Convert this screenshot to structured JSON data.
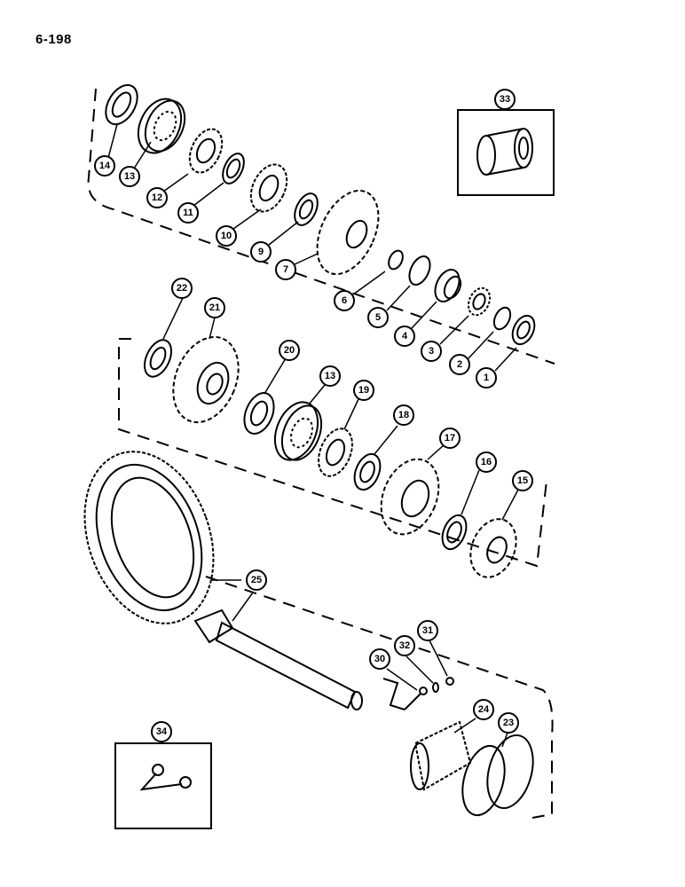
{
  "page": {
    "number": "6-198"
  },
  "callouts": [
    {
      "id": "c1",
      "label": "1"
    },
    {
      "id": "c2",
      "label": "2"
    },
    {
      "id": "c3",
      "label": "3"
    },
    {
      "id": "c4",
      "label": "4"
    },
    {
      "id": "c5",
      "label": "5"
    },
    {
      "id": "c6",
      "label": "6"
    },
    {
      "id": "c7",
      "label": "7"
    },
    {
      "id": "c9",
      "label": "9"
    },
    {
      "id": "c10",
      "label": "10"
    },
    {
      "id": "c11",
      "label": "11"
    },
    {
      "id": "c12",
      "label": "12"
    },
    {
      "id": "c13a",
      "label": "13"
    },
    {
      "id": "c14",
      "label": "14"
    },
    {
      "id": "c33",
      "label": "33"
    },
    {
      "id": "c22",
      "label": "22"
    },
    {
      "id": "c21",
      "label": "21"
    },
    {
      "id": "c20",
      "label": "20"
    },
    {
      "id": "c13b",
      "label": "13"
    },
    {
      "id": "c19",
      "label": "19"
    },
    {
      "id": "c18",
      "label": "18"
    },
    {
      "id": "c17",
      "label": "17"
    },
    {
      "id": "c16",
      "label": "16"
    },
    {
      "id": "c15",
      "label": "15"
    },
    {
      "id": "c25",
      "label": "25"
    },
    {
      "id": "c30",
      "label": "30"
    },
    {
      "id": "c32",
      "label": "32"
    },
    {
      "id": "c31",
      "label": "31"
    },
    {
      "id": "c24",
      "label": "24"
    },
    {
      "id": "c23",
      "label": "23"
    },
    {
      "id": "c34",
      "label": "34"
    }
  ]
}
